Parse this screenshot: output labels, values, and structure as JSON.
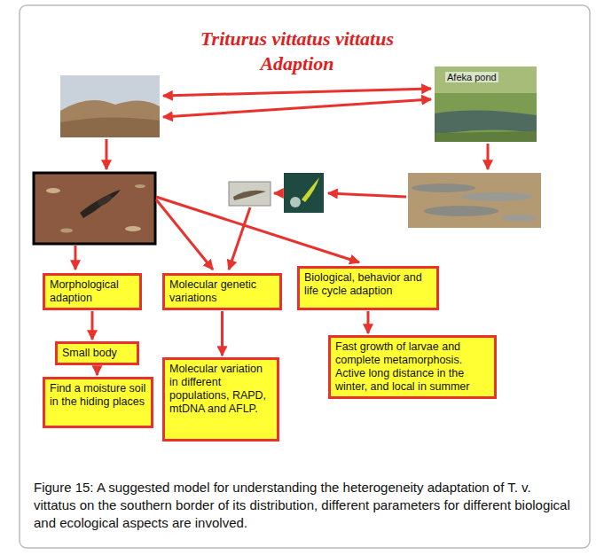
{
  "diagram": {
    "title": "Triturus vittatus vittatus Adaption",
    "caption": "Figure 15: A suggested model for understanding the heterogeneity adaptation of T. v. vittatus on the southern border of its distribution, different parameters for different biological and ecological aspects are involved.",
    "nodes": [
      {
        "text": [
          "Morphological adaption"
        ]
      },
      {
        "text": [
          "Molecular genetic variations"
        ]
      },
      {
        "text": [
          "Biological, behavior and life cycle adaption"
        ]
      },
      {
        "text": [
          "Small body"
        ]
      },
      {
        "text": [
          "Find a moisture soil in the hiding places"
        ]
      },
      {
        "text": [
          "Molecular variation in different populations, RAPD, mtDNA and AFLP."
        ]
      },
      {
        "text": [
          "Fast growth of larvae and complete metamorphosis. Active long distance in the winter, and local in summer"
        ]
      }
    ],
    "edges": [
      {
        "from": 0,
        "to": 3,
        "arrow": "to"
      },
      {
        "from": 3,
        "to": 4,
        "arrow": "to"
      },
      {
        "from": 1,
        "to": 5,
        "arrow": "to"
      },
      {
        "from": 2,
        "to": 6,
        "arrow": "to"
      }
    ],
    "labels": [
      "Afeka pond"
    ]
  }
}
